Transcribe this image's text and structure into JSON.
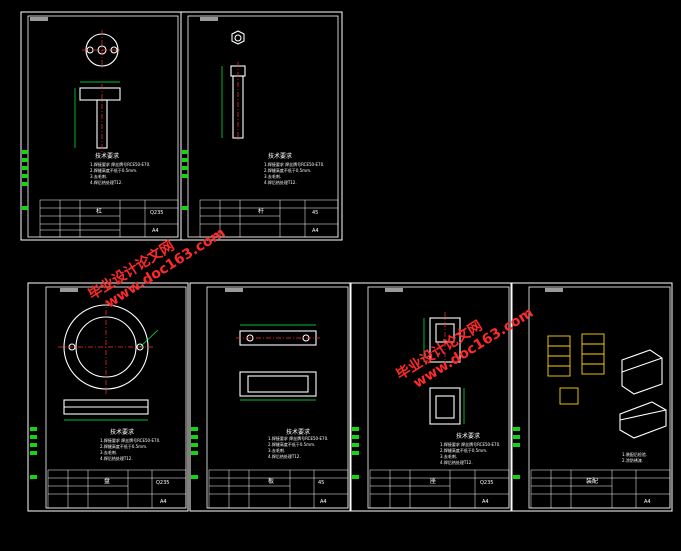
{
  "sheets": [
    {
      "id": "s1",
      "tech_title": "技术要求",
      "notes": [
        "1.焊接要求：焊丝牌号RCE50-E70。",
        "2.焊缝高度不低于0.5mm。",
        "3.去毛刺。",
        "4.焊后热处理T12。"
      ],
      "name": "杠",
      "material": "Q235",
      "scale": "A4"
    },
    {
      "id": "s2",
      "tech_title": "技术要求",
      "notes": [
        "1.焊接要求：焊丝牌号RCE50-E70。",
        "2.焊缝高度不低于0.5mm。",
        "3.去毛刺。",
        "4.焊后热处理T12。"
      ],
      "name": "杆",
      "material": "45",
      "scale": "A4"
    },
    {
      "id": "s3",
      "tech_title": "技术要求",
      "notes": [
        "1.焊接要求：焊丝牌号RCE50-E70。",
        "2.焊缝高度不低于0.5mm。",
        "3.去毛刺。",
        "4.焊后热处理T12。"
      ],
      "name": "盘",
      "material": "Q235",
      "scale": "A4"
    },
    {
      "id": "s4",
      "tech_title": "技术要求",
      "notes": [
        "1.焊接要求：焊丝牌号RCE50-E70。",
        "2.焊缝高度不低于0.5mm。",
        "3.去毛刺。",
        "4.焊后热处理T12。"
      ],
      "name": "板",
      "material": "45",
      "scale": "A4"
    },
    {
      "id": "s5",
      "tech_title": "技术要求",
      "notes": [
        "1.焊接要求：焊丝牌号RCE50-E70。",
        "2.焊缝高度不低于0.5mm。",
        "3.去毛刺。",
        "4.焊后热处理T12。"
      ],
      "name": "座",
      "material": "Q235",
      "scale": "A4"
    },
    {
      "id": "s6",
      "tech_title": "",
      "notes": [
        "1.装配后检验。",
        "2.涂防锈漆。"
      ],
      "name": "装配",
      "material": "",
      "scale": "A4"
    }
  ],
  "watermarks": [
    {
      "line1": "毕业设计论文网",
      "line2": "www.doc163.com"
    },
    {
      "line1": "毕业设计论文网",
      "line2": "www.doc163.com"
    }
  ],
  "colors": {
    "background": "#000000",
    "border": "#ffffff",
    "watermark": "#ff2a2a",
    "dimension": "#00ff40",
    "centerline": "#ff3030"
  }
}
